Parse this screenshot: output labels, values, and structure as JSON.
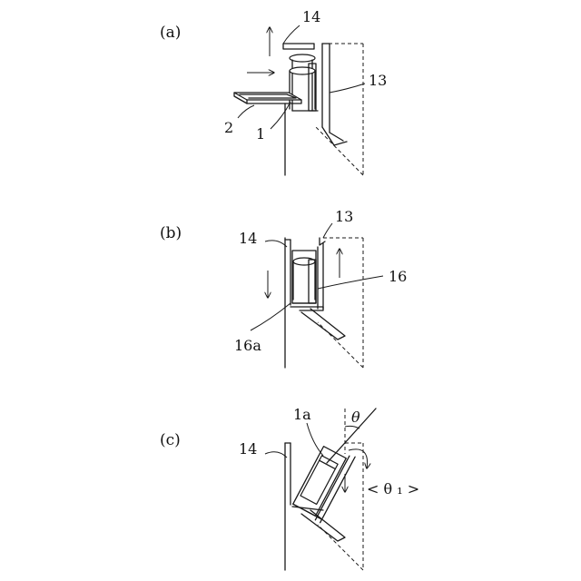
{
  "panels": [
    {
      "label": "(a)",
      "refs": {
        "r14": "14",
        "r13": "13",
        "r2": "2",
        "r1": "1"
      }
    },
    {
      "label": "(b)",
      "refs": {
        "r13": "13",
        "r14": "14",
        "r16": "16",
        "r16a": "16a"
      }
    },
    {
      "label": "(c)",
      "refs": {
        "r1a": "1a",
        "theta": "θ",
        "r14": "14",
        "theta1": "< θ ₁ >"
      }
    }
  ]
}
